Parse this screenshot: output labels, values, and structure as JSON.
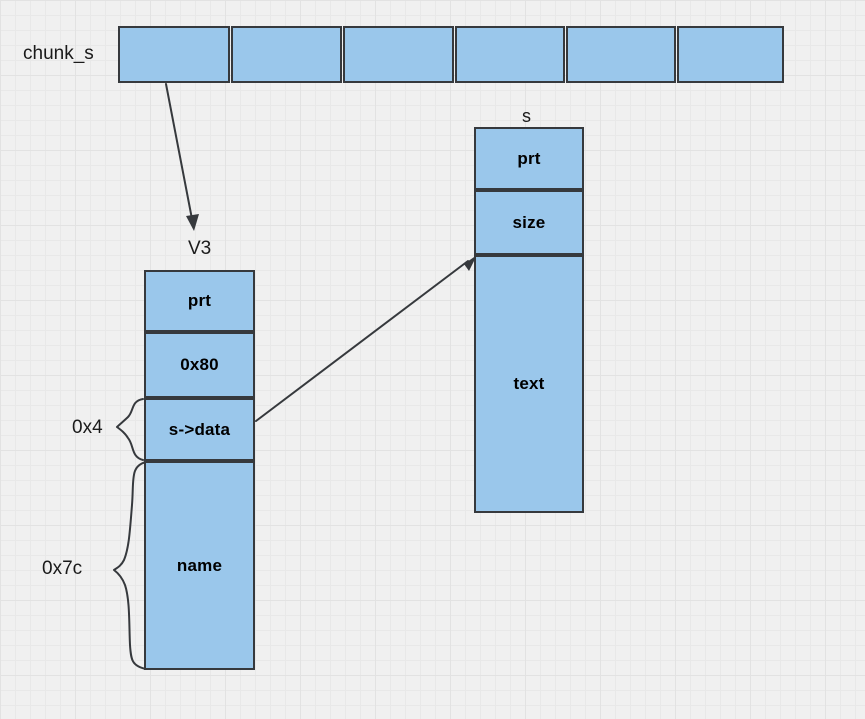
{
  "diagram": {
    "title": "chunk_s heap layout with struct s",
    "colors": {
      "cell_fill": "#9ac7eb",
      "cell_border": "#36393d",
      "background": "#f0f0f0",
      "grid_line": "#e2e2e2",
      "text": "#000000"
    },
    "chunk_row": {
      "label": "chunk_s",
      "cell_count": 6,
      "cells": [
        {
          "text": ""
        },
        {
          "text": ""
        },
        {
          "text": ""
        },
        {
          "text": ""
        },
        {
          "text": ""
        },
        {
          "text": ""
        }
      ]
    },
    "struct_v3": {
      "label": "V3",
      "fields": [
        {
          "text": "prt"
        },
        {
          "text": "0x80"
        },
        {
          "text": "s->data"
        },
        {
          "text": "name"
        }
      ]
    },
    "struct_s": {
      "label": "s",
      "fields": [
        {
          "text": "prt"
        },
        {
          "text": "size"
        },
        {
          "text": "text"
        }
      ]
    },
    "offsets": [
      {
        "label": "0x4",
        "spans": "s->data"
      },
      {
        "label": "0x7c",
        "spans": "name"
      }
    ],
    "arrows": [
      {
        "name": "chunk-to-v3",
        "from": "chunk_s cell 1",
        "to": "V3"
      },
      {
        "name": "sdata-to-s",
        "from": "V3 s->data",
        "to": "s text"
      }
    ]
  }
}
